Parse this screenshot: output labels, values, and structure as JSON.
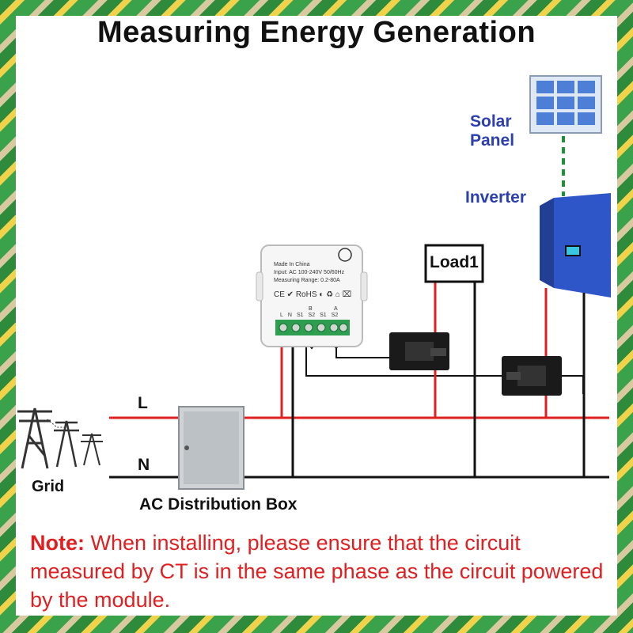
{
  "title": "Measuring  Energy Generation",
  "labels": {
    "solar_panel_line1": "Solar",
    "solar_panel_line2": "Panel",
    "inverter": "Inverter",
    "load1": "Load1",
    "line_l": "L",
    "line_n": "N",
    "grid": "Grid",
    "ac_box": "AC Distribution Box"
  },
  "module": {
    "line1": "Made In China",
    "line2": "Input: AC 100-240V 50/60Hz",
    "line3": "Measuring Range: 0.2-80A",
    "cert": "CE ✔ RoHS ◐ ♻ ⌂ ⌧",
    "ct_b": "B",
    "ct_a": "A",
    "terminals": [
      "L",
      "N",
      "S1",
      "S2",
      "S1",
      "S2"
    ]
  },
  "note": {
    "prefix": "Note:",
    "text": " When installing, please ensure that the circuit measured by CT is in the same phase as the circuit powered by the module."
  },
  "colors": {
    "live_wire": "#e02020",
    "neutral_wire": "#111111",
    "inverter_blue": "#2f56c8",
    "label_blue": "#2b3fb0",
    "note_red": "#e02020"
  }
}
